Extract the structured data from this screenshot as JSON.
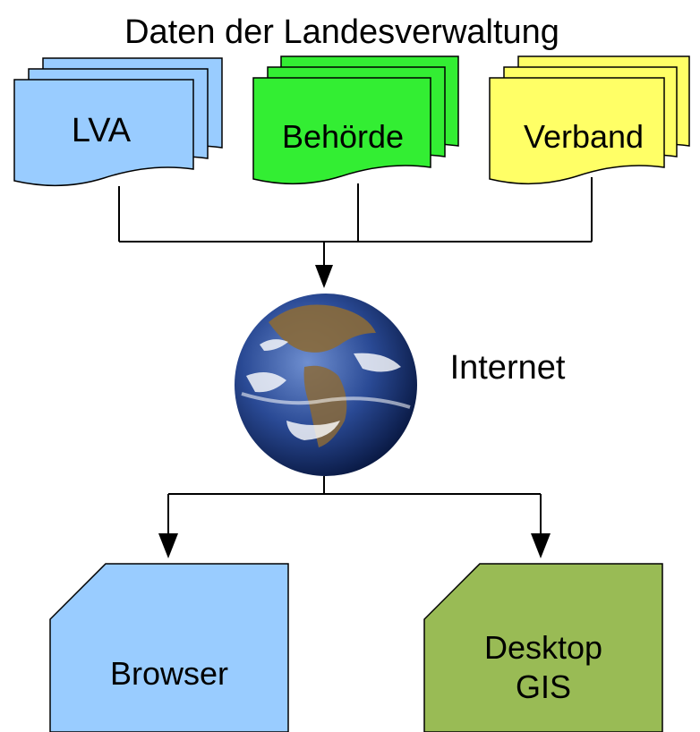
{
  "title": "Daten der Landesverwaltung",
  "sources": [
    {
      "id": "lva",
      "label": "LVA",
      "color": "#99ccff"
    },
    {
      "id": "behoerde",
      "label": "Behörde",
      "color": "#33ee33"
    },
    {
      "id": "verband",
      "label": "Verband",
      "color": "#ffff66"
    }
  ],
  "network": {
    "label": "Internet"
  },
  "clients": [
    {
      "id": "browser",
      "label_lines": [
        "Browser"
      ],
      "color": "#99ccff"
    },
    {
      "id": "desktop-gis",
      "label_lines": [
        "Desktop",
        "GIS"
      ],
      "color": "#99bb55"
    }
  ],
  "colors": {
    "stroke": "#000000",
    "ocean": "#1e3f8a",
    "land": "#8a6a3a",
    "cloud": "#ffffff"
  }
}
